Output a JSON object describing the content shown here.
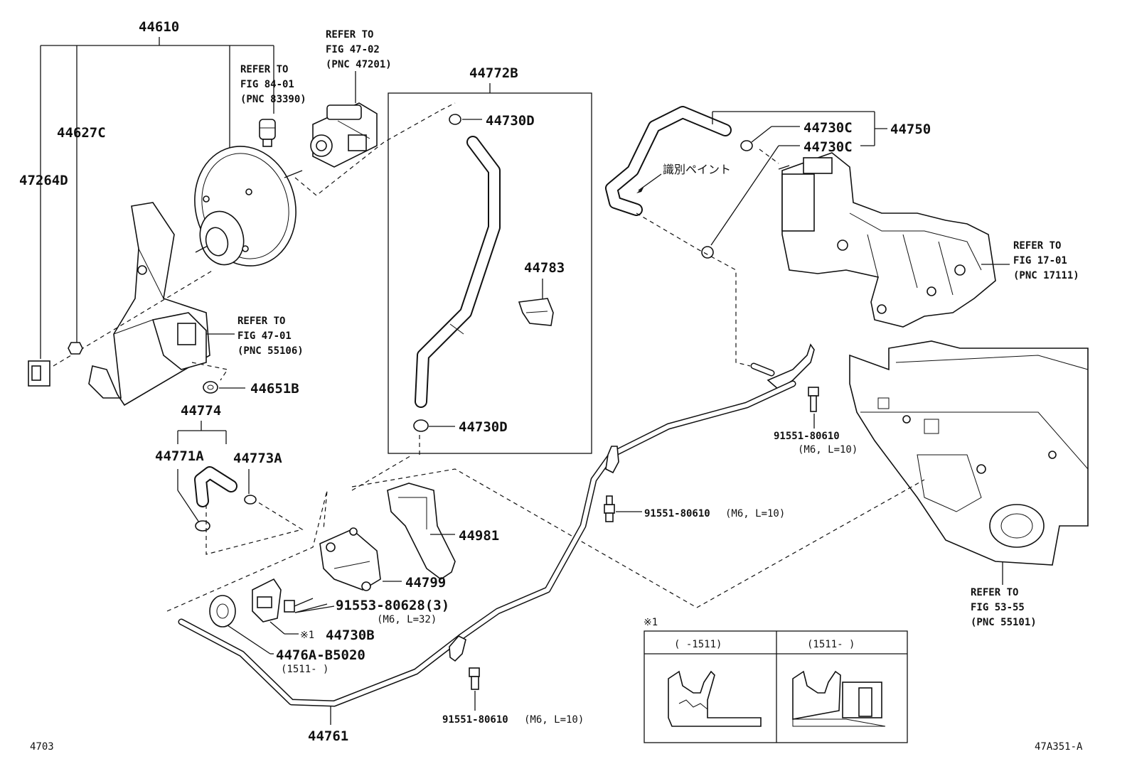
{
  "labels": {
    "p44610": "44610",
    "p44627C": "44627C",
    "p47264D": "47264D",
    "p44651B": "44651B",
    "p44774": "44774",
    "p44771A": "44771A",
    "p44773A": "44773A",
    "p44772B": "44772B",
    "p44730D_top": "44730D",
    "p44730D_bot": "44730D",
    "p44783": "44783",
    "p44730C_1": "44730C",
    "p44730C_2": "44730C",
    "p44750": "44750",
    "p44981": "44981",
    "p44799": "44799",
    "p91553": "91553-80628(3)",
    "p91553_spec": "(M6, L=32)",
    "p44730B": "44730B",
    "p44730B_mark": "※1",
    "p4476A": "4476A-B5020",
    "p4476A_spec": "(1511-      )",
    "p44761": "44761",
    "b91551_a": "91551-80610",
    "b91551_a_spec": "(M6, L=10)",
    "b91551_b": "91551-80610",
    "b91551_b_spec": "(M6, L=10)",
    "b91551_c": "91551-80610",
    "b91551_c_spec": "(M6, L=10)",
    "paint_note": "識別ペイント",
    "page_num": "4703",
    "fig_code": "47A351-A"
  },
  "refs": {
    "r8401": [
      "REFER TO",
      "FIG 84-01",
      "(PNC 83390)"
    ],
    "r4702": [
      "REFER TO",
      "FIG 47-02",
      "(PNC 47201)"
    ],
    "r4701": [
      "REFER TO",
      "FIG 47-01",
      "(PNC 55106)"
    ],
    "r1701": [
      "REFER TO",
      "FIG 17-01",
      "(PNC 17111)"
    ],
    "r5355": [
      "REFER TO",
      "FIG 53-55",
      "(PNC 55101)"
    ]
  },
  "inset": {
    "mark": "※1",
    "left_header": "(      -1511)",
    "right_header": "(1511-      )"
  }
}
